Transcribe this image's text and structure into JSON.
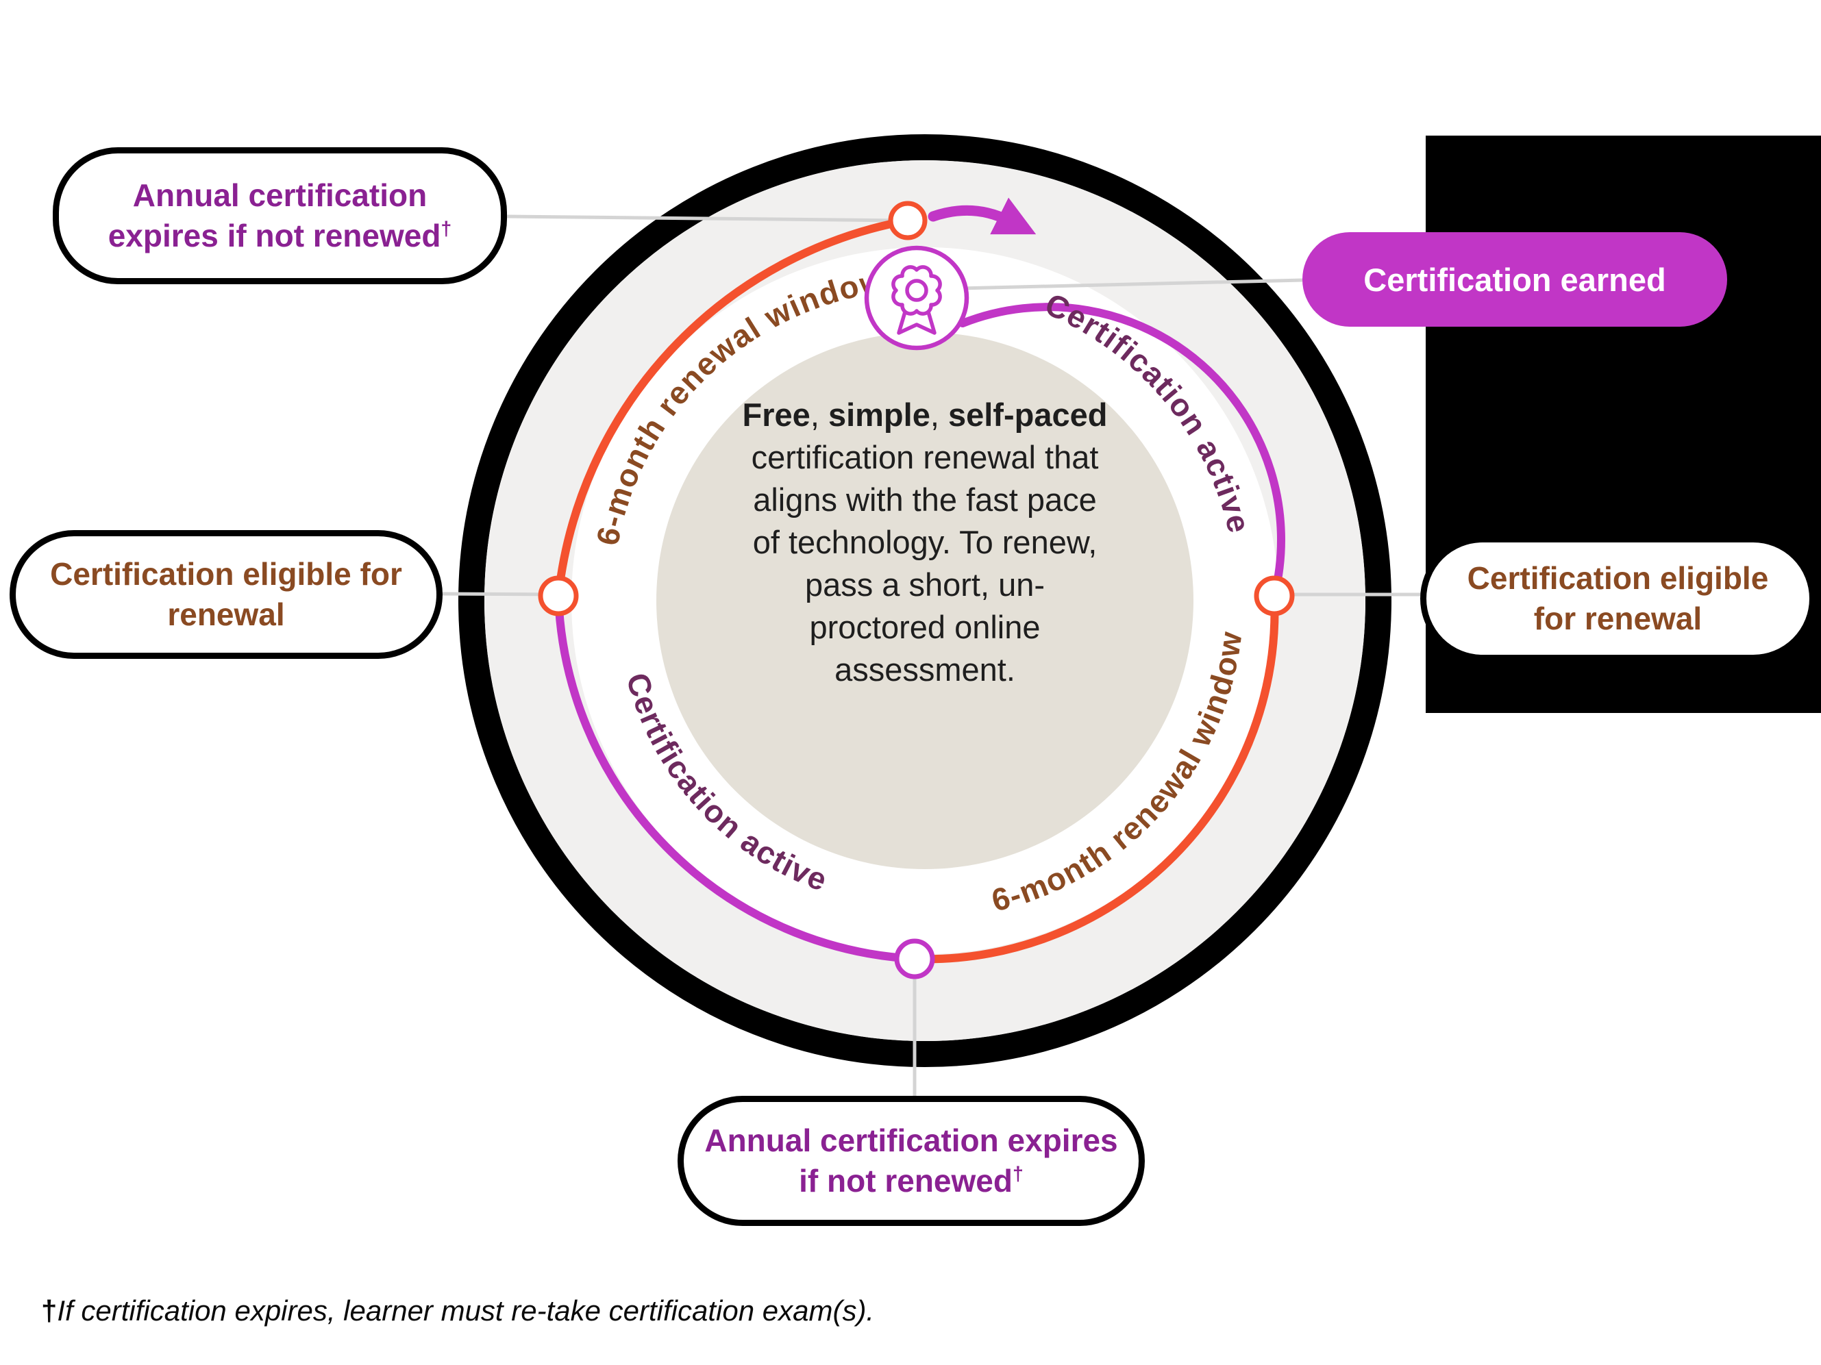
{
  "colors": {
    "magenta": "#c136c6",
    "orange": "#f4512e",
    "brown": "#8a4a22",
    "plum": "#6d2a5e",
    "callout_purple": "#8a2192",
    "ring_gray": "#f1f0ef",
    "beige": "#e4e0d7",
    "connector": "#d4d4d4",
    "panel_black": "#000000"
  },
  "center": {
    "segments": [
      {
        "text": "Free",
        "bold": true
      },
      {
        "text": ", ",
        "bold": false
      },
      {
        "text": "simple",
        "bold": true
      },
      {
        "text": ", ",
        "bold": false
      },
      {
        "text": "self-paced",
        "bold": true
      },
      {
        "text": " certification renewal that aligns with the fast pace of technology. To renew, pass a short, un-proctored online assessment.",
        "bold": false
      }
    ]
  },
  "arc_labels": {
    "top_left": "6-month renewal window",
    "top_right": "Certification active",
    "bottom_left": "Certification active",
    "bottom_right": "6-month renewal window"
  },
  "callouts": {
    "top_left": {
      "text": "Annual certification expires if not renewed",
      "dagger": "†"
    },
    "certification_earned": {
      "text": "Certification earned"
    },
    "left": {
      "text": "Certification eligible for renewal"
    },
    "right": {
      "text": "Certification eligible for renewal"
    },
    "bottom": {
      "text": "Annual certification expires if not renewed",
      "dagger": "†"
    }
  },
  "footnote": {
    "dagger": "†",
    "text": "If certification expires, learner must re-take certification exam(s)."
  }
}
